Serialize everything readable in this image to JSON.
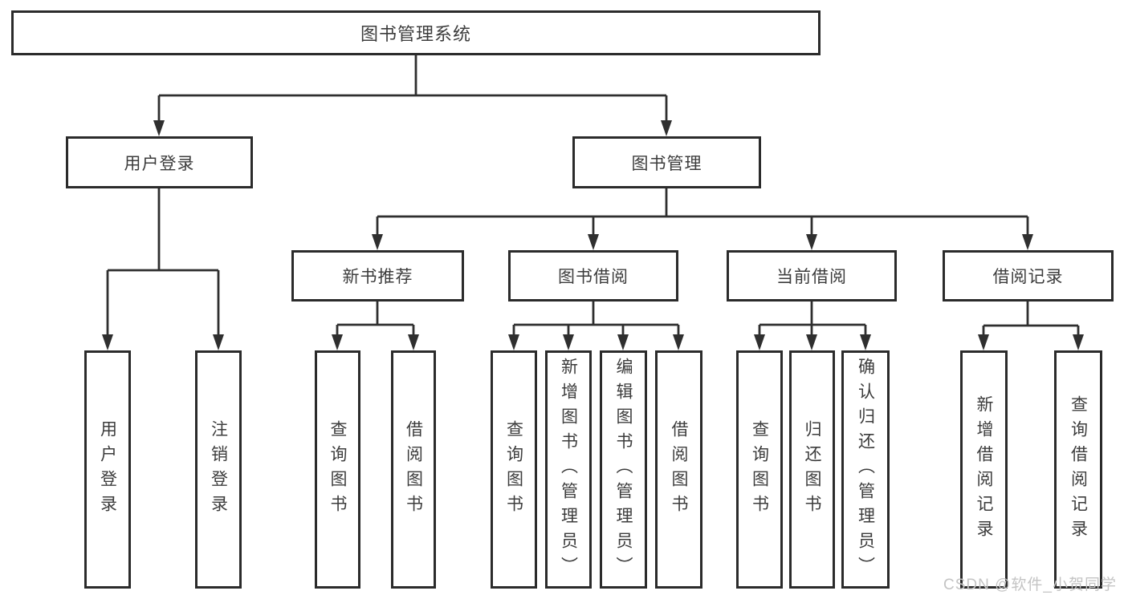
{
  "tree": {
    "root": {
      "label": "图书管理系统"
    },
    "children": [
      {
        "label": "用户登录",
        "children": [
          {
            "label": "用户登录"
          },
          {
            "label": "注销登录"
          }
        ]
      },
      {
        "label": "图书管理",
        "children": [
          {
            "label": "新书推荐",
            "children": [
              {
                "label": "查询图书"
              },
              {
                "label": "借阅图书"
              }
            ]
          },
          {
            "label": "图书借阅",
            "children": [
              {
                "label": "查询图书"
              },
              {
                "label": "新增图书（管理员）"
              },
              {
                "label": "编辑图书（管理员）"
              },
              {
                "label": "借阅图书"
              }
            ]
          },
          {
            "label": "当前借阅",
            "children": [
              {
                "label": "查询图书"
              },
              {
                "label": "归还图书"
              },
              {
                "label": "确认归还（管理员）"
              }
            ]
          },
          {
            "label": "借阅记录",
            "children": [
              {
                "label": "新增借阅记录"
              },
              {
                "label": "查询借阅记录"
              }
            ]
          }
        ]
      }
    ]
  },
  "watermark": {
    "text": "CSDN @软件_小贺同学",
    "color": "#c4c4c4"
  },
  "colors": {
    "background": "#ffffff",
    "box_border": "#2b2b2b",
    "connector_line": "#2f2f2f",
    "text": "#3c3c3c"
  }
}
